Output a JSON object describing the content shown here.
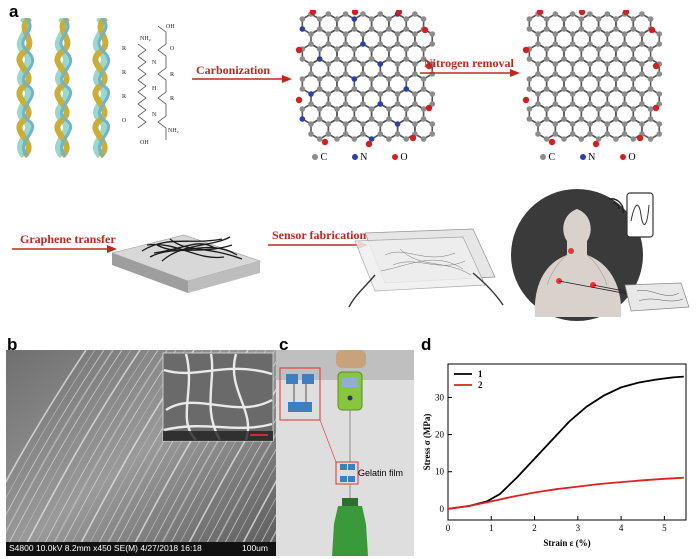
{
  "panels": {
    "a": "a",
    "b": "b",
    "c": "c",
    "d": "d"
  },
  "panel_a": {
    "step1": "Carbonization",
    "step2": "Nitrogen removal",
    "step3": "Graphene transfer",
    "step4": "Sensor fabrication",
    "atom_legend": {
      "c": "C",
      "n": "N",
      "o": "O"
    },
    "atom_colors": {
      "c": "#8c8c8c",
      "n": "#2b3fa8",
      "o": "#d21f1f"
    },
    "molecule_labels": [
      "OH",
      "NH₂",
      "R",
      "O",
      "H",
      "N",
      "OH",
      "NH₂"
    ]
  },
  "panel_b": {
    "sem_caption": "S4800 10.0kV 8.2mm x450 SE(M) 4/27/2018 16:18",
    "scale_bar": "100um"
  },
  "panel_c": {
    "film_label": "Gelatin film"
  },
  "chart_data": {
    "type": "line",
    "xlabel": "Strain ε (%)",
    "ylabel": "Stress σ (MPa)",
    "xlim": [
      0,
      5.5
    ],
    "ylim": [
      -3,
      39
    ],
    "xticks": [
      0,
      1,
      2,
      3,
      4,
      5
    ],
    "yticks": [
      0,
      10,
      20,
      30
    ],
    "legend_position": "top-left",
    "series": [
      {
        "name": "1",
        "color": "#000000",
        "x": [
          0,
          0.5,
          0.9,
          1.2,
          1.6,
          2.0,
          2.4,
          2.8,
          3.2,
          3.6,
          4.0,
          4.4,
          4.8,
          5.2,
          5.45
        ],
        "y": [
          0,
          0.8,
          2.0,
          4.0,
          8.5,
          13.5,
          18.5,
          23.5,
          27.5,
          30.5,
          32.7,
          34.0,
          34.8,
          35.4,
          35.6
        ]
      },
      {
        "name": "2",
        "color": "#e02020",
        "x": [
          0,
          0.5,
          1.0,
          1.5,
          2.0,
          2.5,
          3.0,
          3.5,
          4.0,
          4.5,
          5.0,
          5.45
        ],
        "y": [
          0,
          0.8,
          2.0,
          3.3,
          4.4,
          5.3,
          6.0,
          6.7,
          7.2,
          7.7,
          8.1,
          8.4
        ]
      }
    ]
  }
}
